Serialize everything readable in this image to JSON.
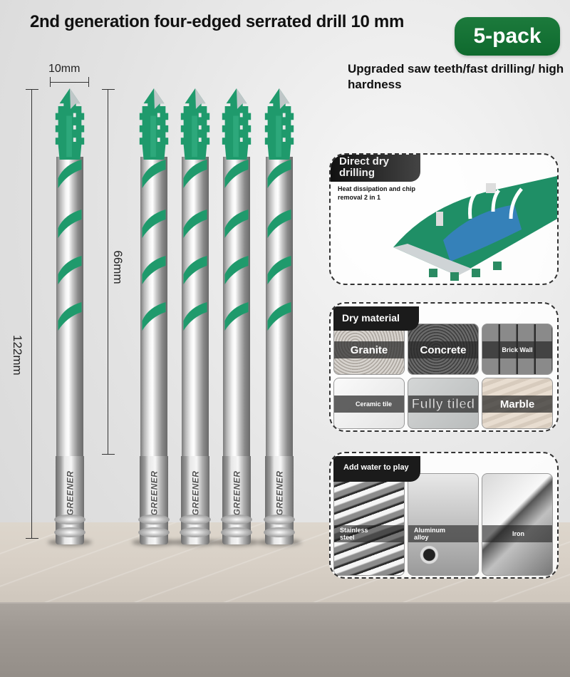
{
  "header": {
    "title": "2nd generation four-edged serrated drill 10 mm",
    "pack_badge": "5-pack",
    "subtitle": "Upgraded saw teeth/fast drilling/ high hardness"
  },
  "dimensions": {
    "width_label": "10mm",
    "flute_length_label": "66mm",
    "total_length_label": "122mm"
  },
  "drills": {
    "count": 5,
    "brand": "GREENER",
    "accent_color": "#1f9a6c"
  },
  "panels": {
    "feature": {
      "tag": "Direct dry drilling",
      "caption": "Heat dissipation and chip removal 2 in 1"
    },
    "dry_material": {
      "tag": "Dry material",
      "tiles": [
        {
          "label": "Granite"
        },
        {
          "label": "Concrete"
        },
        {
          "label": "Brick Wall"
        },
        {
          "label": "Ceramic tile"
        },
        {
          "label": "Fully tiled"
        },
        {
          "label": "Marble"
        }
      ]
    },
    "water": {
      "tag": "Add water to play",
      "tiles": [
        {
          "label": "Stainless steel"
        },
        {
          "label": "Aluminum alloy"
        },
        {
          "label": "Iron"
        }
      ]
    }
  }
}
